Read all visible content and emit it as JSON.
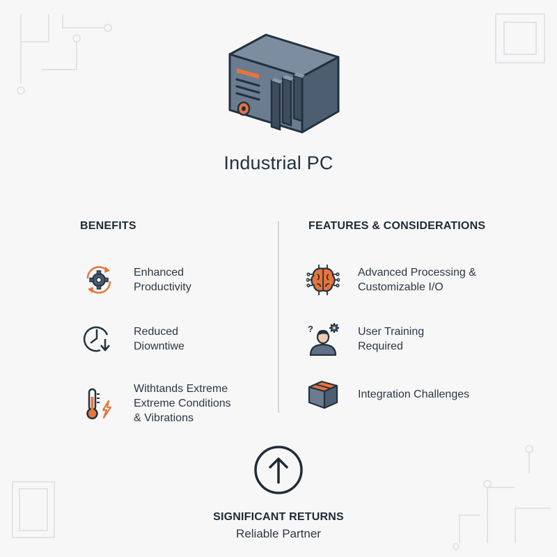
{
  "title": "Industrial PC",
  "benefits": {
    "heading": "BENEFITS",
    "items": [
      {
        "icon": "gear-cycle-icon",
        "text": "Enhanced\nProductivity"
      },
      {
        "icon": "clock-down-icon",
        "text": "Reduced\nDiowntiwe"
      },
      {
        "icon": "thermometer-lightning-icon",
        "text": "Withtands Extreme\nExtreme Conditions\n& Vibrations"
      }
    ]
  },
  "features": {
    "heading": "FEATURES & CONSIDERATIONS",
    "items": [
      {
        "icon": "brain-circuit-icon",
        "text": "Advanced Processing &\nCustomizable I/O"
      },
      {
        "icon": "user-gear-question-icon",
        "text": "User Training\nRequired"
      },
      {
        "icon": "box-icon",
        "text": "Integration Challenges"
      }
    ]
  },
  "footer": {
    "title": "SIGNIFICANT RETURNS",
    "subtitle": "Reliable Partner"
  },
  "colors": {
    "accent": "#e8743b",
    "dark": "#22313f",
    "steel": "#5f7086",
    "divider": "#d4d6d9"
  }
}
